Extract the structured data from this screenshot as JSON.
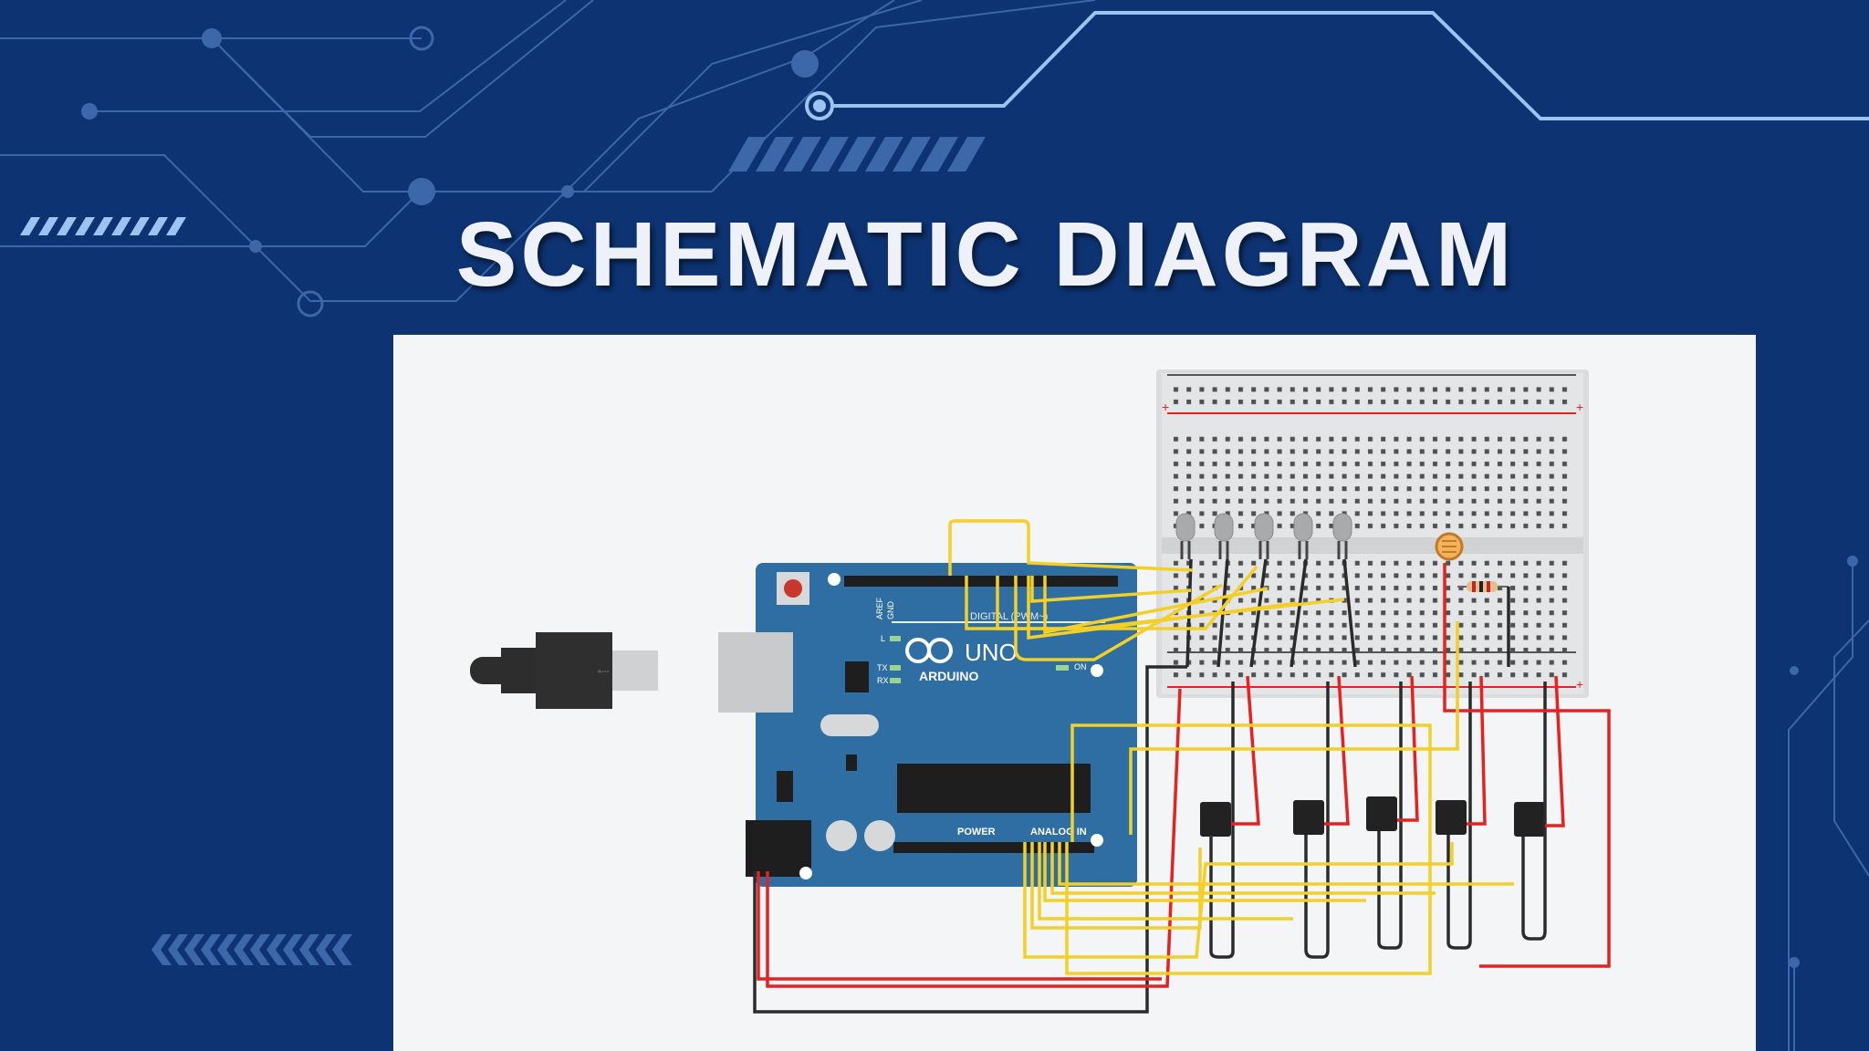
{
  "slide": {
    "title": "SCHEMATIC DIAGRAM"
  },
  "arduino": {
    "brand": "ARDUINO",
    "model": "UNO",
    "digital_label": "DIGITAL (PWM~)",
    "power_label": "POWER",
    "analog_label": "ANALOG IN",
    "on_label": "ON",
    "l_label": "L",
    "tx_label": "TX",
    "rx_label": "RX",
    "aref_label": "AREF",
    "gnd_label": "GND"
  },
  "colors": {
    "background": "#0d3372",
    "panel": "#f4f5f6",
    "board": "#2e6ea3",
    "wire_red": "#e52222",
    "wire_yellow": "#f2d027",
    "wire_black": "#2b2b2b",
    "circuit_line": "#3c67a8",
    "circuit_highlight": "#9dc4f0"
  }
}
